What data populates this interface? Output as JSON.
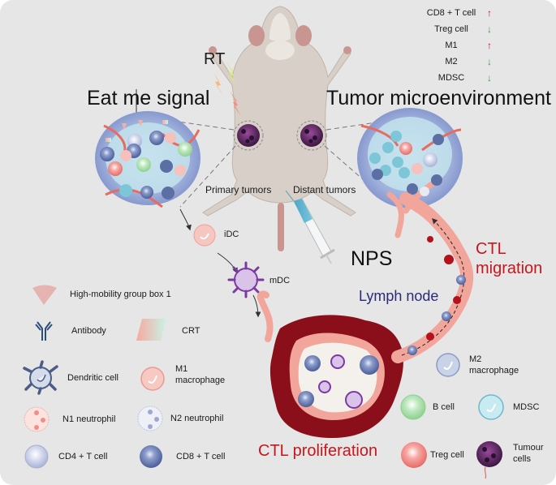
{
  "titles": {
    "eat_me_signal": "Eat me signal",
    "tumor_microenvironment": "Tumor microenvironment",
    "rt": "RT",
    "nps": "NPS",
    "primary_tumors": "Primary tumors",
    "distant_tumors": "Distant tumors",
    "idc": "iDC",
    "mdc": "mDC",
    "lymph_node": "Lymph node",
    "ctl_migration_line1": "CTL",
    "ctl_migration_line2": "migration",
    "ctl_proliferation": "CTL proliferation"
  },
  "changes": [
    {
      "name": "CD8 + T cell",
      "direction": "up",
      "symbol": "↑"
    },
    {
      "name": "Treg cell",
      "direction": "down",
      "symbol": "↓"
    },
    {
      "name": "M1",
      "direction": "up",
      "symbol": "↑"
    },
    {
      "name": "M2",
      "direction": "down",
      "symbol": "↓"
    },
    {
      "name": "MDSC",
      "direction": "down",
      "symbol": "↓"
    }
  ],
  "legend": {
    "hmgb1": "High-mobility group box 1",
    "antibody": "Antibody",
    "crt": "CRT",
    "dendritic_cell": "Dendritic cell",
    "m1_line1": "M1",
    "m1_line2": "macrophage",
    "n1_neutrophil": "N1 neutrophil",
    "n2_neutrophil": "N2 neutrophil",
    "cd4_t_cell": "CD4 + T cell",
    "cd8_t_cell": "CD8 + T cell",
    "m2_line1": "M2",
    "m2_line2": "macrophage",
    "b_cell": "B cell",
    "mdsc": "MDSC",
    "treg_cell": "Treg cell",
    "tumour_line1": "Tumour",
    "tumour_line2": "cells"
  },
  "colors": {
    "background": "#e6e6e6",
    "accent_red": "#c8161d",
    "lymph_node_dark": "#8b0f1a",
    "lymph_vessel": "#f2a59b",
    "lymph_node_label": "#2b2a7a",
    "arrow_up": "#c8161d",
    "arrow_down": "#3a9a3a",
    "tumor_purple": "#5b2a5e",
    "mouse_body": "#d8d0c8"
  }
}
